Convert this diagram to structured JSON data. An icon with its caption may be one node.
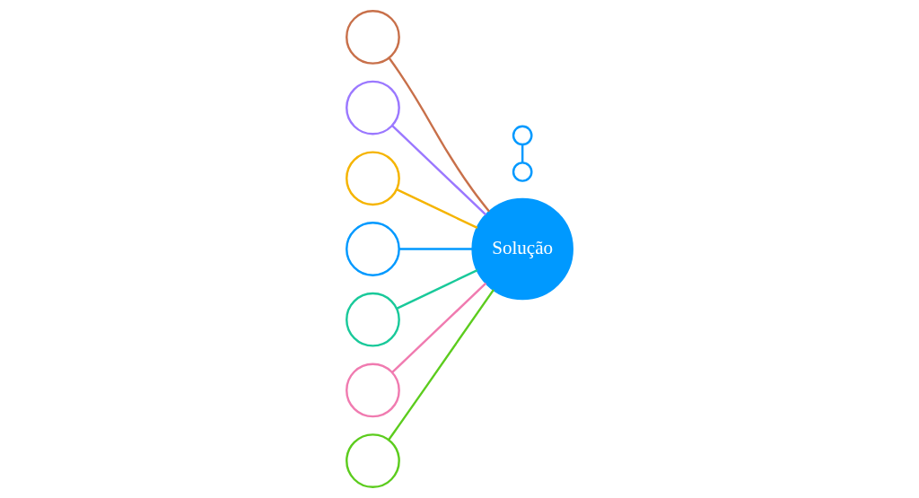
{
  "diagram": {
    "nodes": [
      {
        "text": [],
        "shape": "circle"
      },
      {
        "text": [],
        "shape": "circle"
      },
      {
        "text": [],
        "shape": "circle"
      },
      {
        "text": [],
        "shape": "circle"
      },
      {
        "text": [],
        "shape": "circle"
      },
      {
        "text": [
          "Solução"
        ]
      },
      {
        "text": [],
        "shape": "circle"
      },
      {
        "text": [],
        "shape": "circle"
      },
      {
        "text": [],
        "shape": "circle"
      },
      {
        "text": [],
        "shape": "circle"
      }
    ],
    "edges": [
      {
        "from": 0,
        "to": 5,
        "arrow": "none",
        "color": "#c8704a"
      },
      {
        "from": 1,
        "to": 5,
        "arrow": "none",
        "color": "#9b78ff"
      },
      {
        "from": 2,
        "to": 5,
        "arrow": "none",
        "color": "#f5b400"
      },
      {
        "from": 4,
        "to": 5,
        "arrow": "none",
        "color": "#0099ff"
      },
      {
        "from": 6,
        "to": 5,
        "arrow": "none",
        "color": "#19c99a"
      },
      {
        "from": 8,
        "to": 5,
        "arrow": "none",
        "color": "#f07bb0"
      },
      {
        "from": 9,
        "to": 5,
        "arrow": "none",
        "color": "#5ccc1e"
      },
      {
        "from": 3,
        "to": 7,
        "arrow": "none",
        "color": "#0099ff"
      }
    ]
  }
}
